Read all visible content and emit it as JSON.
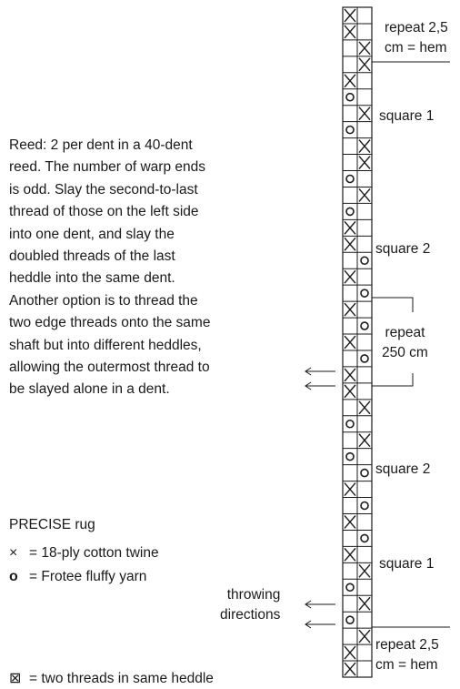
{
  "reed_note": [
    "Reed: 2 per dent in a 40-dent",
    "reed. The number of warp ends",
    "is odd. Slay the second-to-last",
    "thread of those on the left side",
    "into one dent, and slay the",
    "doubled threads of the last",
    "heddle into the same dent.",
    "Another option is to thread the",
    "two edge threads onto the same",
    "shaft but into different heddles,",
    "allowing the outermost thread to",
    "be slayed alone in a dent."
  ],
  "legend": {
    "title": "PRECISE rug",
    "items": [
      {
        "symbol": "×",
        "icon": "cross-icon",
        "text": "= 18-ply cotton twine"
      },
      {
        "symbol": "o",
        "icon": "circle-icon",
        "text": "= Frotee fluffy yarn"
      },
      {
        "symbol": "⊠",
        "icon": "double-cross-icon",
        "text": "= two threads in same heddle"
      }
    ]
  },
  "labels": {
    "repeat_hem_top": [
      "repeat 2,5",
      "cm = hem"
    ],
    "square1_top": "square 1",
    "square2_top": "square 2",
    "repeat_250": [
      "repeat",
      "250 cm"
    ],
    "square2_bottom": "square 2",
    "square1_bottom": "square 1",
    "throwing": [
      "throwing",
      "directions"
    ],
    "repeat_hem_bottom": [
      "repeat 2,5",
      "cm = hem"
    ]
  },
  "draft": {
    "columns": 2,
    "rows": 41,
    "cells": [
      "X.",
      "X.",
      ".X",
      ".X",
      "X.",
      "O.",
      ".X",
      "O.",
      ".X",
      ".X",
      "O.",
      ".X",
      "O.",
      "X.",
      "X.",
      ".O",
      "X.",
      ".O",
      "X.",
      ".O",
      "X.",
      ".O",
      "X.",
      "X.",
      ".X",
      "O.",
      ".X",
      "O.",
      ".O",
      "X.",
      ".O",
      "X.",
      ".O",
      "X.",
      ".X",
      "O.",
      ".X",
      "O.",
      ".X",
      "X.",
      "X."
    ],
    "line_color": "#1a1a1a"
  }
}
